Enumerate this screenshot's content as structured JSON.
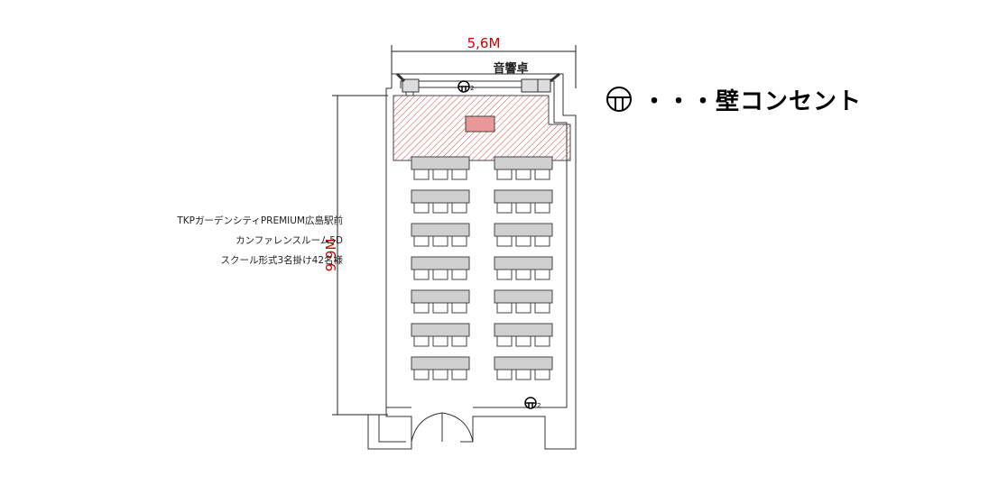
{
  "dimensions": {
    "width_label": "5,6M",
    "height_label": "9,9M"
  },
  "stage_label": "音響卓",
  "room_info": {
    "line1": "TKPガーデンシティPREMIUM広島駅前",
    "line2": "カンファレンスルーム5D",
    "line3": "スクール形式3名掛け42名様"
  },
  "outlet_marker_label": "2",
  "legend": {
    "text": "・・・壁コンセント"
  },
  "colors": {
    "dimension_red": "#cc0000",
    "stage_hatch": "#d84848",
    "table_gray": "#cfcfcf"
  },
  "icons": [
    "wall-outlet-icon",
    "speaker-icon",
    "door-icon"
  ]
}
